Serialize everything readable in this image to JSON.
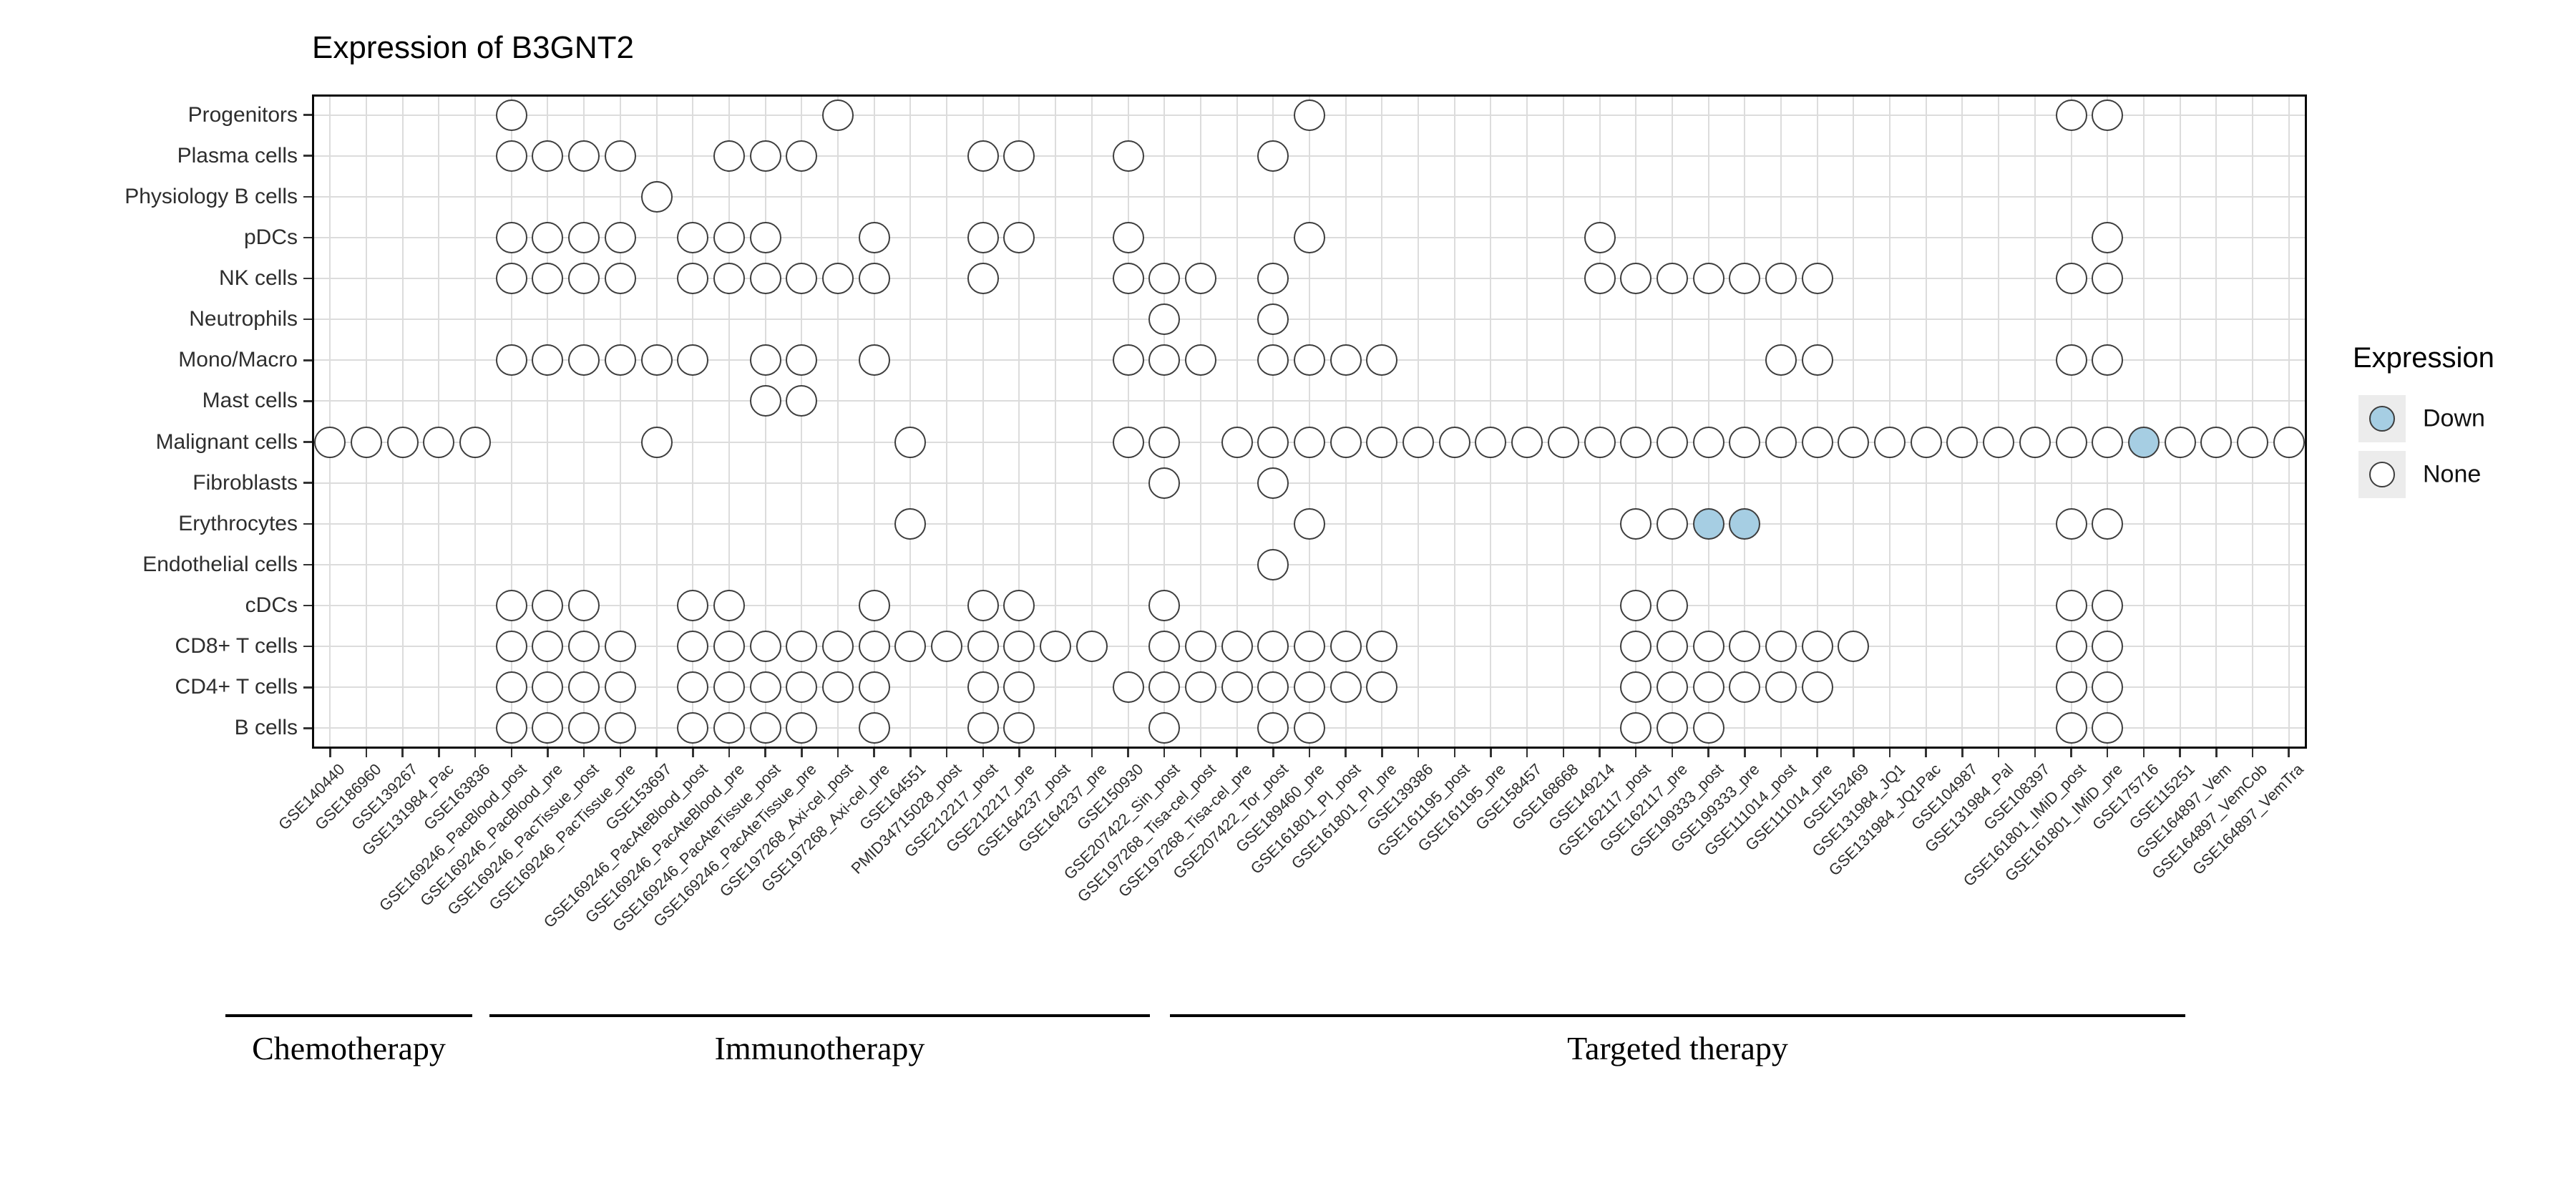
{
  "title": "Expression of B3GNT2",
  "legend": {
    "title": "Expression",
    "items": [
      {
        "label": "Down",
        "fill": "#a6cee3"
      },
      {
        "label": "None",
        "fill": "#ffffff"
      }
    ]
  },
  "colors": {
    "down_fill": "#a6cee3",
    "none_fill": "#ffffff",
    "dot_stroke": "#3d3d3d",
    "grid": "#dcdcdc",
    "panel_border": "#0a0a0a"
  },
  "chart_data": {
    "type": "dot-matrix",
    "title": "Expression of B3GNT2",
    "legend_title": "Expression",
    "legend_values": [
      "Down",
      "None"
    ],
    "grid": true,
    "columns": [
      "GSE140440",
      "GSE186960",
      "GSE139267",
      "GSE131984_Pac",
      "GSE163836",
      "GSE169246_PacBlood_post",
      "GSE169246_PacBlood_pre",
      "GSE169246_PacTissue_post",
      "GSE169246_PacTissue_pre",
      "GSE153697",
      "GSE169246_PacAteBlood_post",
      "GSE169246_PacAteBlood_pre",
      "GSE169246_PacAteTissue_post",
      "GSE169246_PacAteTissue_pre",
      "GSE197268_Axi-cel_post",
      "GSE197268_Axi-cel_pre",
      "GSE164551",
      "PMID34715028_post",
      "GSE212217_post",
      "GSE212217_pre",
      "GSE164237_post",
      "GSE164237_pre",
      "GSE150930",
      "GSE207422_Sin_post",
      "GSE197268_Tisa-cel_post",
      "GSE197268_Tisa-cel_pre",
      "GSE207422_Tor_post",
      "GSE189460_pre",
      "GSE161801_PI_post",
      "GSE161801_PI_pre",
      "GSE139386",
      "GSE161195_post",
      "GSE161195_pre",
      "GSE158457",
      "GSE168668",
      "GSE149214",
      "GSE162117_post",
      "GSE162117_pre",
      "GSE199333_post",
      "GSE199333_pre",
      "GSE111014_post",
      "GSE111014_pre",
      "GSE152469",
      "GSE131984_JQ1",
      "GSE131984_JQ1Pac",
      "GSE104987",
      "GSE131984_Pal",
      "GSE108397",
      "GSE161801_IMiD_post",
      "GSE161801_IMiD_pre",
      "GSE175716",
      "GSE115251",
      "GSE164897_Vem",
      "GSE164897_VemCob",
      "GSE164897_VemTra"
    ],
    "column_groups": [
      {
        "label": "Chemotherapy",
        "start": 1,
        "end": 5
      },
      {
        "label": "Immunotherapy",
        "start": 6,
        "end": 26
      },
      {
        "label": "Targeted therapy",
        "start": 27,
        "end": 55
      }
    ],
    "rows": [
      {
        "label": "Progenitors",
        "none": [
          6,
          15,
          28,
          49,
          50
        ],
        "down": []
      },
      {
        "label": "Plasma cells",
        "none": [
          6,
          7,
          8,
          9,
          12,
          13,
          14,
          19,
          20,
          23,
          27
        ],
        "down": []
      },
      {
        "label": "Physiology B cells",
        "none": [
          10
        ],
        "down": []
      },
      {
        "label": "pDCs",
        "none": [
          6,
          7,
          8,
          9,
          11,
          12,
          13,
          16,
          19,
          20,
          23,
          28,
          36,
          50
        ],
        "down": []
      },
      {
        "label": "NK cells",
        "none": [
          6,
          7,
          8,
          9,
          11,
          12,
          13,
          14,
          15,
          16,
          19,
          23,
          24,
          25,
          27,
          36,
          37,
          38,
          39,
          40,
          41,
          42,
          49,
          50
        ],
        "down": []
      },
      {
        "label": "Neutrophils",
        "none": [
          24,
          27
        ],
        "down": []
      },
      {
        "label": "Mono/Macro",
        "none": [
          6,
          7,
          8,
          9,
          10,
          11,
          13,
          14,
          16,
          23,
          24,
          25,
          27,
          28,
          29,
          30,
          41,
          42,
          49,
          50
        ],
        "down": []
      },
      {
        "label": "Mast cells",
        "none": [
          13,
          14
        ],
        "down": []
      },
      {
        "label": "Malignant cells",
        "none": [
          1,
          2,
          3,
          4,
          5,
          10,
          17,
          23,
          24,
          26,
          27,
          28,
          29,
          30,
          31,
          32,
          33,
          34,
          35,
          36,
          37,
          38,
          39,
          40,
          41,
          42,
          43,
          44,
          45,
          46,
          47,
          48,
          49,
          50,
          52,
          53,
          54,
          55
        ],
        "down": [
          51
        ]
      },
      {
        "label": "Fibroblasts",
        "none": [
          24,
          27
        ],
        "down": []
      },
      {
        "label": "Erythrocytes",
        "none": [
          17,
          28,
          37,
          38,
          49,
          50
        ],
        "down": [
          39,
          40
        ]
      },
      {
        "label": "Endothelial cells",
        "none": [
          27
        ],
        "down": []
      },
      {
        "label": "cDCs",
        "none": [
          6,
          7,
          8,
          11,
          12,
          16,
          19,
          20,
          24,
          37,
          38,
          49,
          50
        ],
        "down": []
      },
      {
        "label": "CD8+ T cells",
        "none": [
          6,
          7,
          8,
          9,
          11,
          12,
          13,
          14,
          15,
          16,
          17,
          18,
          19,
          20,
          21,
          22,
          24,
          25,
          26,
          27,
          28,
          29,
          30,
          37,
          38,
          39,
          40,
          41,
          42,
          43,
          49,
          50
        ],
        "down": []
      },
      {
        "label": "CD4+ T cells",
        "none": [
          6,
          7,
          8,
          9,
          11,
          12,
          13,
          14,
          15,
          16,
          19,
          20,
          23,
          24,
          25,
          26,
          27,
          28,
          29,
          30,
          37,
          38,
          39,
          40,
          41,
          42,
          49,
          50
        ],
        "down": []
      },
      {
        "label": "B cells",
        "none": [
          6,
          7,
          8,
          9,
          11,
          12,
          13,
          14,
          16,
          19,
          20,
          24,
          27,
          28,
          37,
          38,
          39,
          49,
          50
        ],
        "down": []
      }
    ]
  }
}
